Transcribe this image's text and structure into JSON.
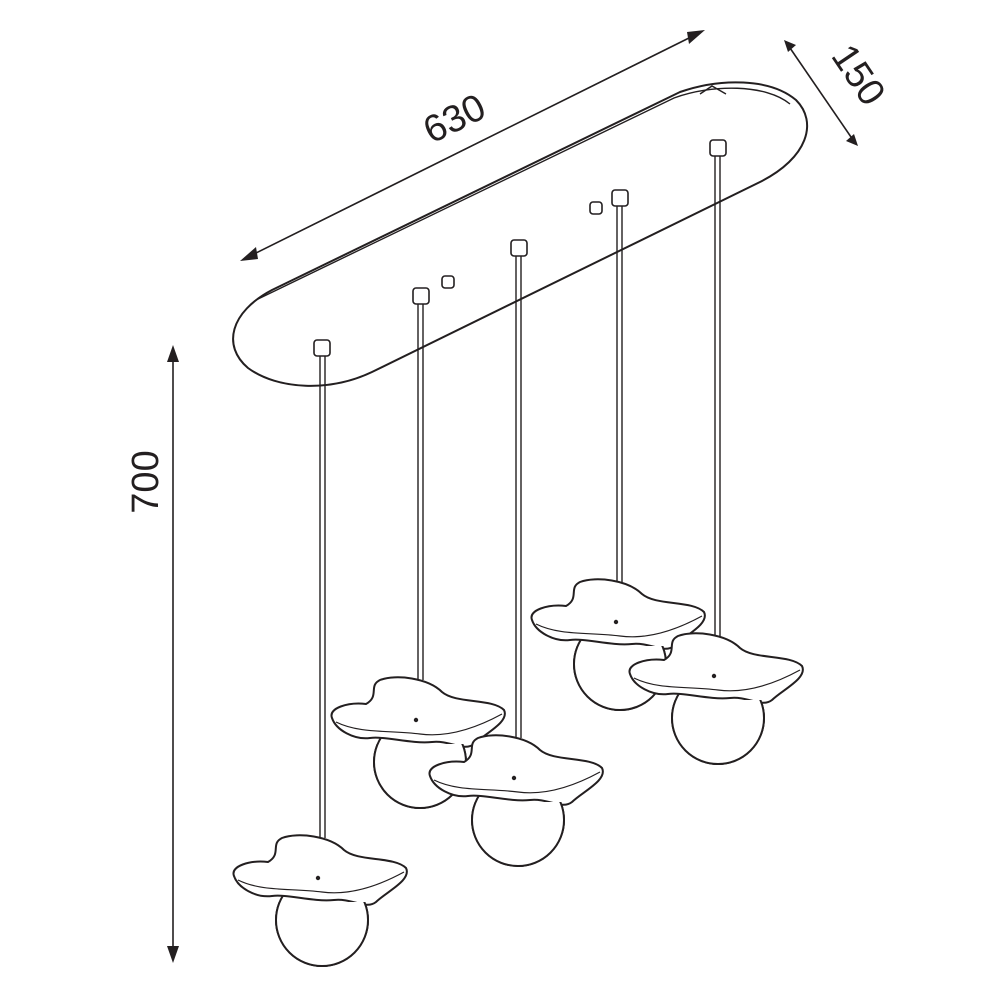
{
  "dimensions": {
    "length": "630",
    "width": "150",
    "height": "700"
  },
  "pendants": [
    {
      "id": "pendant-1"
    },
    {
      "id": "pendant-2"
    },
    {
      "id": "pendant-3"
    },
    {
      "id": "pendant-4"
    },
    {
      "id": "pendant-5"
    }
  ]
}
